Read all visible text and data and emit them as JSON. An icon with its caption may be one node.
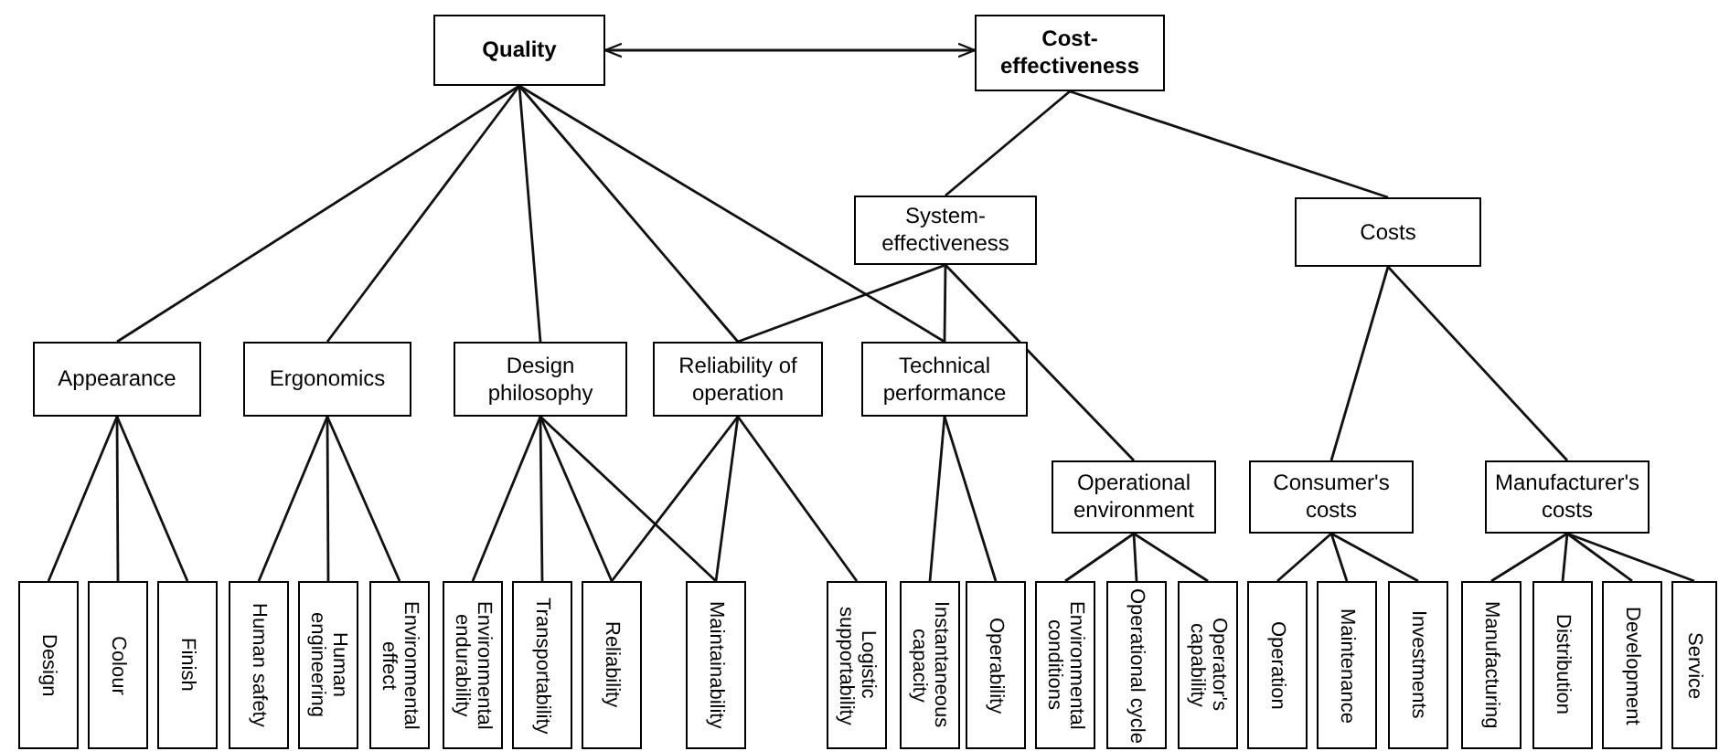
{
  "diagram": {
    "nodes": [
      {
        "text": [
          "Quality"
        ]
      },
      {
        "text": [
          "Cost-effectiveness"
        ]
      },
      {
        "text": [
          "System-effectiveness"
        ]
      },
      {
        "text": [
          "Costs"
        ]
      },
      {
        "text": [
          "Appearance"
        ]
      },
      {
        "text": [
          "Ergonomics"
        ]
      },
      {
        "text": [
          "Design philosophy"
        ]
      },
      {
        "text": [
          "Reliability of operation"
        ]
      },
      {
        "text": [
          "Technical performance"
        ]
      },
      {
        "text": [
          "Operational environment"
        ]
      },
      {
        "text": [
          "Consumer's costs"
        ]
      },
      {
        "text": [
          "Manufacturer's costs"
        ]
      },
      {
        "text": [
          "Design"
        ]
      },
      {
        "text": [
          "Colour"
        ]
      },
      {
        "text": [
          "Finish"
        ]
      },
      {
        "text": [
          "Human safety"
        ]
      },
      {
        "text": [
          "Human engineering"
        ]
      },
      {
        "text": [
          "Environmental effect"
        ]
      },
      {
        "text": [
          "Environmental endurability"
        ]
      },
      {
        "text": [
          "Transportability"
        ]
      },
      {
        "text": [
          "Reliability"
        ]
      },
      {
        "text": [
          "Maintainability"
        ]
      },
      {
        "text": [
          "Logistic supportability"
        ]
      },
      {
        "text": [
          "Instantaneous capacity"
        ]
      },
      {
        "text": [
          "Operability"
        ]
      },
      {
        "text": [
          "Environmental conditions"
        ]
      },
      {
        "text": [
          "Operational cycle"
        ]
      },
      {
        "text": [
          "Operator's capability"
        ]
      },
      {
        "text": [
          "Operation"
        ]
      },
      {
        "text": [
          "Maintenance"
        ]
      },
      {
        "text": [
          "Investments"
        ]
      },
      {
        "text": [
          "Manufacturing"
        ]
      },
      {
        "text": [
          "Distribution"
        ]
      },
      {
        "text": [
          "Development"
        ]
      },
      {
        "text": [
          "Service"
        ]
      }
    ],
    "edges": [
      {
        "from": 0,
        "to": 1,
        "arrow": "both"
      },
      {
        "from": 1,
        "to": 2,
        "arrow": "none"
      },
      {
        "from": 1,
        "to": 3,
        "arrow": "none"
      },
      {
        "from": 0,
        "to": 4,
        "arrow": "none"
      },
      {
        "from": 0,
        "to": 5,
        "arrow": "none"
      },
      {
        "from": 0,
        "to": 6,
        "arrow": "none"
      },
      {
        "from": 0,
        "to": 7,
        "arrow": "none"
      },
      {
        "from": 0,
        "to": 8,
        "arrow": "none"
      },
      {
        "from": 2,
        "to": 7,
        "arrow": "none"
      },
      {
        "from": 2,
        "to": 8,
        "arrow": "none"
      },
      {
        "from": 2,
        "to": 9,
        "arrow": "none"
      },
      {
        "from": 3,
        "to": 10,
        "arrow": "none"
      },
      {
        "from": 3,
        "to": 11,
        "arrow": "none"
      },
      {
        "from": 4,
        "to": 12,
        "arrow": "none"
      },
      {
        "from": 4,
        "to": 13,
        "arrow": "none"
      },
      {
        "from": 4,
        "to": 14,
        "arrow": "none"
      },
      {
        "from": 5,
        "to": 15,
        "arrow": "none"
      },
      {
        "from": 5,
        "to": 16,
        "arrow": "none"
      },
      {
        "from": 5,
        "to": 17,
        "arrow": "none"
      },
      {
        "from": 6,
        "to": 18,
        "arrow": "none"
      },
      {
        "from": 6,
        "to": 19,
        "arrow": "none"
      },
      {
        "from": 6,
        "to": 20,
        "arrow": "none"
      },
      {
        "from": 6,
        "to": 21,
        "arrow": "none"
      },
      {
        "from": 7,
        "to": 20,
        "arrow": "none"
      },
      {
        "from": 7,
        "to": 21,
        "arrow": "none"
      },
      {
        "from": 7,
        "to": 22,
        "arrow": "none"
      },
      {
        "from": 8,
        "to": 23,
        "arrow": "none"
      },
      {
        "from": 8,
        "to": 24,
        "arrow": "none"
      },
      {
        "from": 9,
        "to": 25,
        "arrow": "none"
      },
      {
        "from": 9,
        "to": 26,
        "arrow": "none"
      },
      {
        "from": 9,
        "to": 27,
        "arrow": "none"
      },
      {
        "from": 10,
        "to": 28,
        "arrow": "none"
      },
      {
        "from": 10,
        "to": 29,
        "arrow": "none"
      },
      {
        "from": 10,
        "to": 30,
        "arrow": "none"
      },
      {
        "from": 11,
        "to": 31,
        "arrow": "none"
      },
      {
        "from": 11,
        "to": 32,
        "arrow": "none"
      },
      {
        "from": 11,
        "to": 33,
        "arrow": "none"
      },
      {
        "from": 11,
        "to": 34,
        "arrow": "none"
      }
    ]
  }
}
